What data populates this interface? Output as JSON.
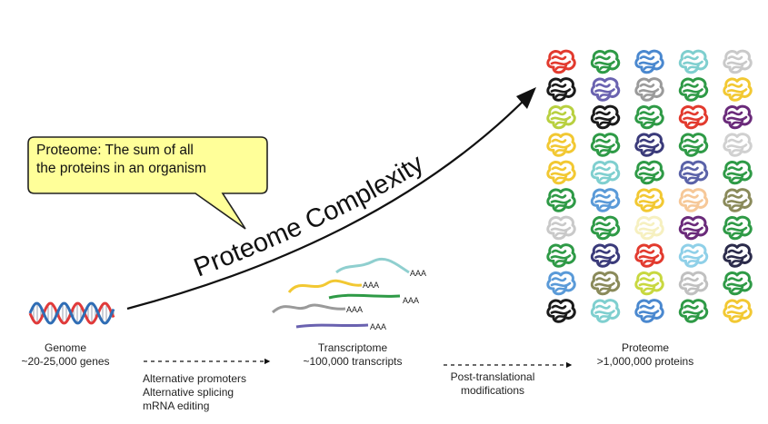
{
  "callout": {
    "line1": "Proteome: The sum of all",
    "line2": "the proteins in an organism",
    "fill": "#ffff99",
    "stroke": "#222222"
  },
  "arrow_label": "Proteome Complexity",
  "stages": {
    "genome": {
      "title": "Genome",
      "count": "~20-25,000 genes"
    },
    "transcriptome": {
      "title": "Transcriptome",
      "count": "~100,000 transcripts",
      "polya": "AAA"
    },
    "proteome": {
      "title": "Proteome",
      "count": ">1,000,000 proteins"
    }
  },
  "processes": {
    "first": [
      "Alternative promoters",
      "Alternative splicing",
      "mRNA editing"
    ],
    "second": [
      "Post-translational",
      "modifications"
    ]
  },
  "colors": {
    "dna_strand_a": "#e03a3a",
    "dna_strand_b": "#2f6db5",
    "protein_grid": [
      [
        "#e23a2e",
        "#2e9a46",
        "#4a88cf",
        "#7fcfcf",
        "#c9c9c9"
      ],
      [
        "#1a1a1a",
        "#6a62b0",
        "#9a9a9a",
        "#2e9a46",
        "#f2c832"
      ],
      [
        "#b8d040",
        "#1a1a1a",
        "#2e9a46",
        "#e23a2e",
        "#6a2a7a"
      ],
      [
        "#f2c832",
        "#2e9a46",
        "#3a3a7a",
        "#2e9a46",
        "#d0d0d0"
      ],
      [
        "#f2c832",
        "#7fcfcf",
        "#2e9a46",
        "#5a62a8",
        "#2e9a46"
      ],
      [
        "#2e9a46",
        "#5a9ad8",
        "#f2c832",
        "#f6c898",
        "#8a8a5a"
      ],
      [
        "#c9c9c9",
        "#2e9a46",
        "#f6f0c0",
        "#6a2a7a",
        "#2e9a46"
      ],
      [
        "#2e9a46",
        "#3a3a7a",
        "#e23a2e",
        "#8fd0e8",
        "#2a2a4a"
      ],
      [
        "#5a9ad8",
        "#8a8a5a",
        "#c8d840",
        "#c0c0c0",
        "#2e9a46"
      ],
      [
        "#1a1a1a",
        "#7fcfcf",
        "#4a88cf",
        "#2e9a46",
        "#f2c832"
      ]
    ],
    "transcripts": [
      "#8fcfcf",
      "#f2c832",
      "#2e9a46",
      "#9a9a9a",
      "#6a62b0"
    ]
  }
}
